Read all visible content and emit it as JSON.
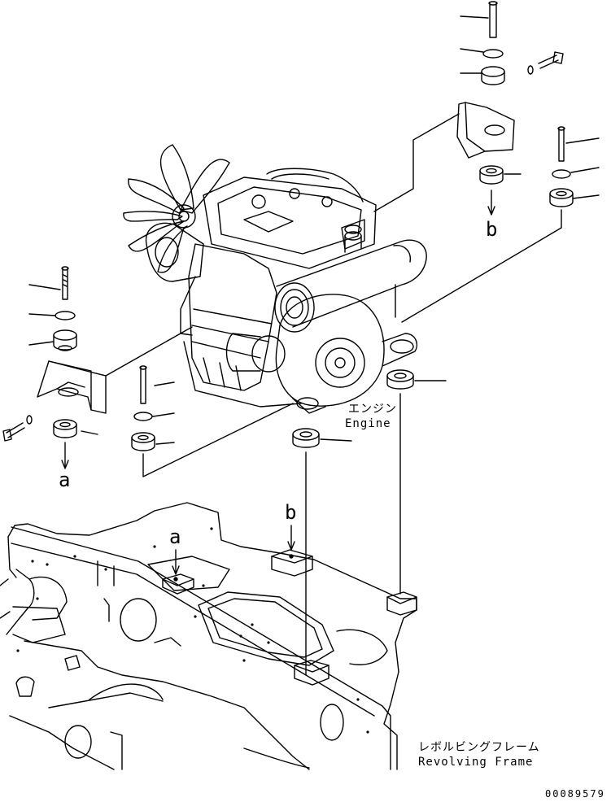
{
  "refs": {
    "a_top": "a",
    "b_top": "b",
    "a_frame": "a",
    "b_frame": "b"
  },
  "captions": {
    "engine_jp": "エンジン",
    "engine_en": "Engine",
    "frame_jp": "レボルビングフレーム",
    "frame_en": "Revolving Frame"
  },
  "drawing_code": "00089579",
  "colors": {
    "ink": "#000000",
    "paper": "#ffffff"
  }
}
